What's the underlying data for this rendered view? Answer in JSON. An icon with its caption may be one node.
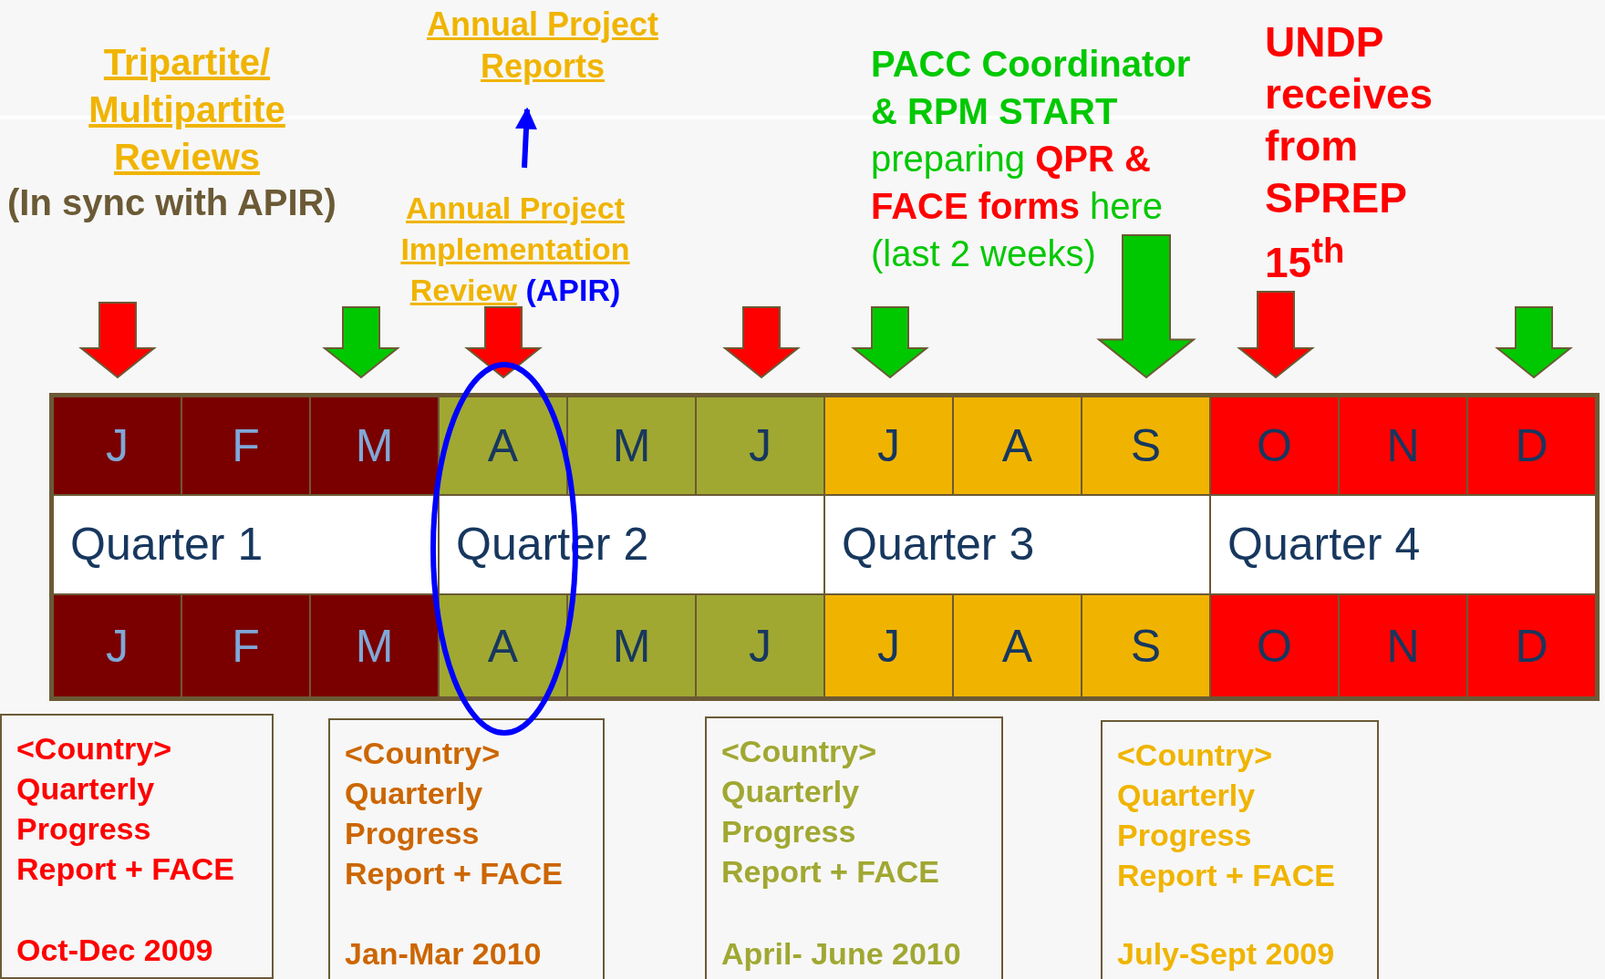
{
  "diagram": {
    "nodes": [
      {
        "text": [
          "Annual Project Reports"
        ]
      },
      {
        "text": [
          "Annual Project Implementation Review",
          "(APIR)"
        ]
      },
      {
        "text": [
          "<Country> Quarterly Progress Report + FACE",
          "Oct-Dec 2009"
        ]
      },
      {
        "text": [
          "<Country> Quarterly Progress Report + FACE",
          "Jan-Mar 2010"
        ]
      },
      {
        "text": [
          "<Country> Quarterly Progress Report + FACE",
          "April- June 2010"
        ]
      },
      {
        "text": [
          "<Country> Quarterly Progress Report + FACE",
          "July-Sept 2009"
        ]
      }
    ],
    "edges": [
      {
        "from": 1,
        "to": 0,
        "arrow": "to",
        "color": "#0000ff"
      }
    ],
    "labels": [
      "Tripartite/ Multipartite Reviews",
      "(In sync with APIR)",
      "**PACC Coordinator & RPM START** preparing **QPR & FACE forms** here (last 2 weeks)",
      "UNDP receives from SPREP 15$^{th}$",
      "J",
      "F",
      "M",
      "A",
      "M",
      "J",
      "J",
      "A",
      "S",
      "O",
      "N",
      "D",
      "Quarter 1",
      "Quarter 2",
      "Quarter 3",
      "Quarter 4",
      "J",
      "F",
      "M",
      "A",
      "M",
      "J",
      "J",
      "A",
      "S",
      "O",
      "N",
      "D"
    ]
  }
}
